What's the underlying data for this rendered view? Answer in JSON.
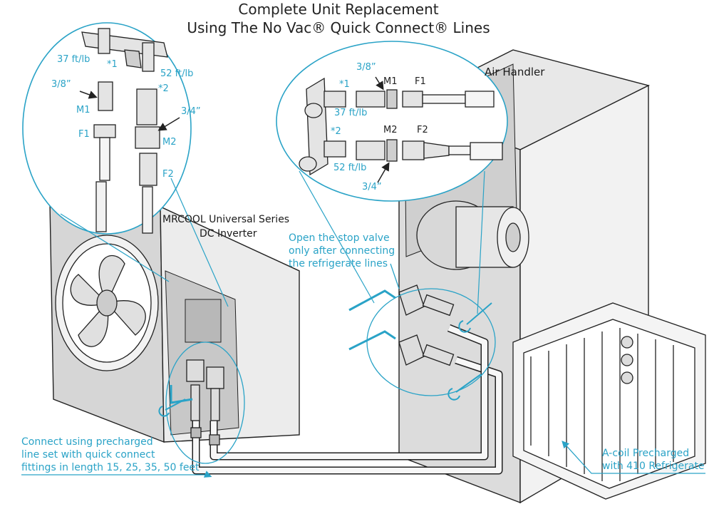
{
  "title": {
    "line1": "Complete Unit Replacement",
    "line2": "Using The No Vac® Quick Connect® Lines"
  },
  "labels": {
    "air_handler": "Air Handler",
    "condenser_line1": "MRCOOL Universal Series",
    "condenser_line2": "DC Inverter",
    "stop_valve_line1": "Open the stop valve",
    "stop_valve_line2": "only after connecting",
    "stop_valve_line3": "the refrigerate lines",
    "lineset_line1": "Connect using precharged",
    "lineset_line2": "line set with quick connect",
    "lineset_line3": "fittings in length 15, 25, 35, 50 feet",
    "acoil_line1": "A-coil Precharged",
    "acoil_line2": "with 410 Refrigerate"
  },
  "left_detail": {
    "torque1": "37 ft/lb",
    "torque2": "52 ft/lb",
    "mark1": "*1",
    "mark2": "*2",
    "size1": "3/8”",
    "size2": "3/4”",
    "m1": "M1",
    "m2": "M2",
    "f1": "F1",
    "f2": "F2"
  },
  "right_detail": {
    "size1": "3/8”",
    "size2": "3/4”",
    "mark1": "*1",
    "mark2": "*2",
    "torque1": "37 ft/lb",
    "torque2": "52 ft/lb",
    "m1": "M1",
    "m2": "M2",
    "f1": "F1",
    "f2": "F2"
  },
  "colors": {
    "accent": "#2aa3c7",
    "line": "#222222",
    "panel": "#ececec",
    "panel_dark": "#d4d4d4"
  }
}
